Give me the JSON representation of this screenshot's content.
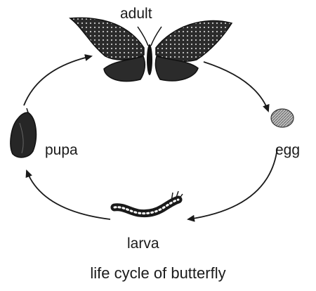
{
  "stages": {
    "adult": "adult",
    "egg": "egg",
    "larva": "larva",
    "pupa": "pupa"
  },
  "caption": "life cycle of butterfly",
  "colors": {
    "ink": "#1a1a1a",
    "background": "#ffffff"
  },
  "icons": [
    "butterfly-icon",
    "egg-icon",
    "caterpillar-icon",
    "chrysalis-icon"
  ]
}
